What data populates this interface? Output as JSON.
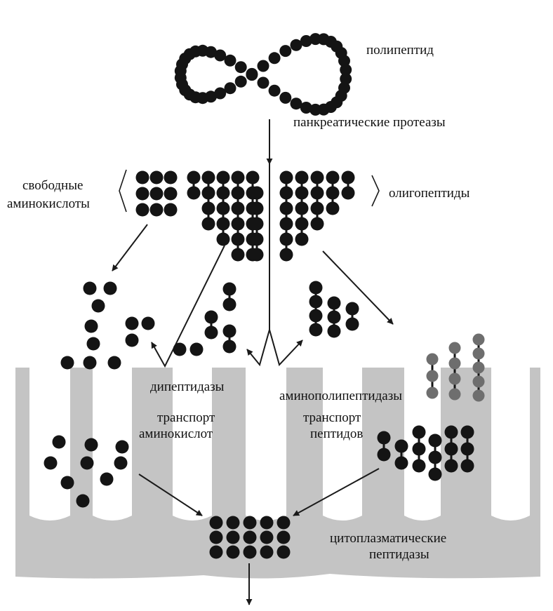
{
  "labels": {
    "polypeptide": "полипептид",
    "pancreatic_proteases": "панкреатические протеазы",
    "free_amino_acids_line1": "свободные",
    "free_amino_acids_line2": "аминокислоты",
    "oligopeptides": "олигопептиды",
    "dipeptidases": "дипептидазы",
    "aminopolypeptidases": "аминополипептидазы",
    "aa_transport_line1": "транспорт",
    "aa_transport_line2": "аминокислот",
    "peptide_transport_line1": "транспорт",
    "peptide_transport_line2": "пептидов",
    "cyto_peptidases_line1": "цитоплазматические",
    "cyto_peptidases_line2": "пептидазы"
  },
  "colors": {
    "bead": "#141414",
    "bead_gray": "#6e6e6e",
    "membrane": "#c4c4c4",
    "text": "#111111",
    "arrow": "#1a1a1a"
  }
}
